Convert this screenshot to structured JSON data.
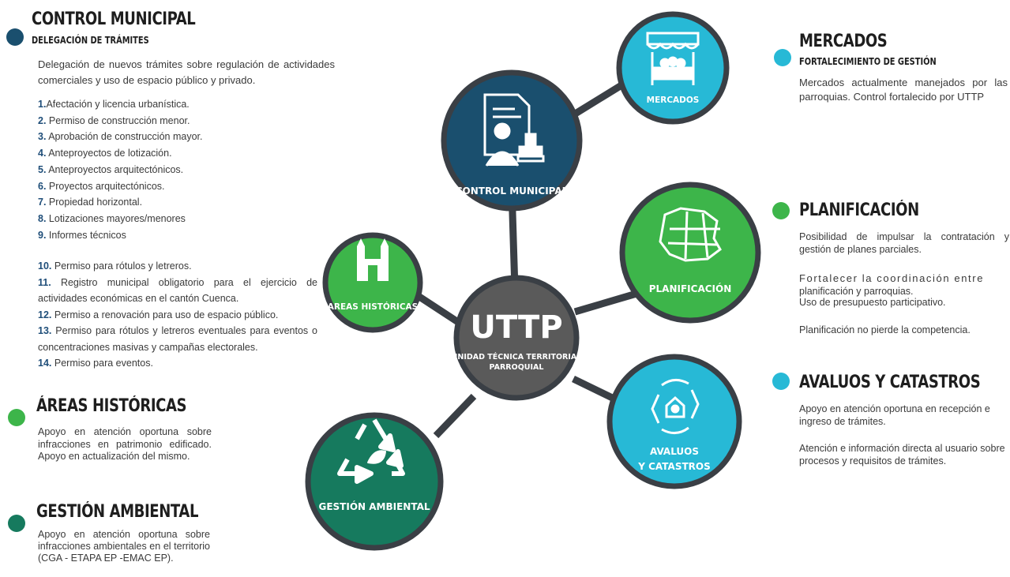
{
  "control_municipal": {
    "title": "CONTROL MUNICIPAL",
    "subtitle": "DELEGACIÓN DE TRÁMITES",
    "intro": "Delegación de nuevos trámites sobre regulación de actividades comerciales y uso de espacio público y privado.",
    "items": [
      {
        "num": "1.",
        "text": "Afectación y licencia urbanística."
      },
      {
        "num": "2.",
        "text": " Permiso de construcción menor."
      },
      {
        "num": "3.",
        "text": " Aprobación de construcción mayor."
      },
      {
        "num": "4.",
        "text": " Anteproyectos de lotización."
      },
      {
        "num": "5.",
        "text": " Anteproyectos arquitectónicos."
      },
      {
        "num": "6.",
        "text": " Proyectos arquitectónicos."
      },
      {
        "num": "7.",
        "text": " Propiedad horizontal."
      },
      {
        "num": "8.",
        "text": " Lotizaciones mayores/menores"
      },
      {
        "num": "9.",
        "text": " Informes técnicos"
      }
    ],
    "items2": [
      {
        "num": "10.",
        "text": " Permiso para rótulos y letreros."
      },
      {
        "num": "11.",
        "text": " Registro municipal obligatorio para el ejercicio de actividades económicas en el cantón Cuenca."
      },
      {
        "num": "12.",
        "text": " Permiso a renovación para uso de espacio público."
      },
      {
        "num": "13.",
        "text": " Permiso para rótulos y letreros eventuales para eventos o concentraciones masivas y campañas electorales."
      },
      {
        "num": "14.",
        "text": " Permiso para eventos."
      }
    ]
  },
  "areas_historicas": {
    "title": "ÁREAS HISTÓRICAS",
    "text": "Apoyo en atención oportuna sobre infracciones en patrimonio edificado. Apoyo en actualización del mismo."
  },
  "gestion_ambiental": {
    "title": "GESTIÓN AMBIENTAL",
    "text": "Apoyo en atención oportuna sobre infracciones ambientales en el territorio (CGA - ETAPA EP -EMAC EP)."
  },
  "mercados": {
    "title": "MERCADOS",
    "subtitle": "FORTALECIMIENTO DE GESTIÓN",
    "text": "Mercados actualmente manejados por las parroquias. Control fortalecido por UTTP"
  },
  "planificacion": {
    "title": "PLANIFICACIÓN",
    "p1": "Posibilidad de impulsar la contratación y gestión de planes parciales.",
    "p2a": "Fortalecer la coordinación entre",
    "p2b": "planificación y parroquias.",
    "p2c": "Uso de presupuesto participativo.",
    "p3": "Planificación no pierde la competencia."
  },
  "avaluos": {
    "title": "AVALUOS Y CATASTROS",
    "p1": "Apoyo en atención oportuna en recepción e ingreso de trámites.",
    "p2": "Atención e información directa al usuario sobre procesos y requisitos de trámites."
  },
  "diagram": {
    "center_title": "UTTP",
    "center_sub1": "UNIDAD TÉCNICA TERRITORIAL",
    "center_sub2": "PARROQUIAL",
    "node_control": "CONTROL MUNICIPAL",
    "node_mercados": "MERCADOS",
    "node_planificacion": "PLANIFICACIÓN",
    "node_areas": "AREAS HISTÓRICAS",
    "node_avaluos1": "AVALUOS",
    "node_avaluos2": "Y CATASTROS",
    "node_gestion": "GESTIÓN AMBIENTAL"
  },
  "colors": {
    "dark_blue": "#1a4f6e",
    "light_blue": "#27b9d6",
    "green": "#3db54a",
    "dark_green": "#167a5e",
    "center_gray": "#5a5a5a",
    "ring": "#3a3f45"
  }
}
